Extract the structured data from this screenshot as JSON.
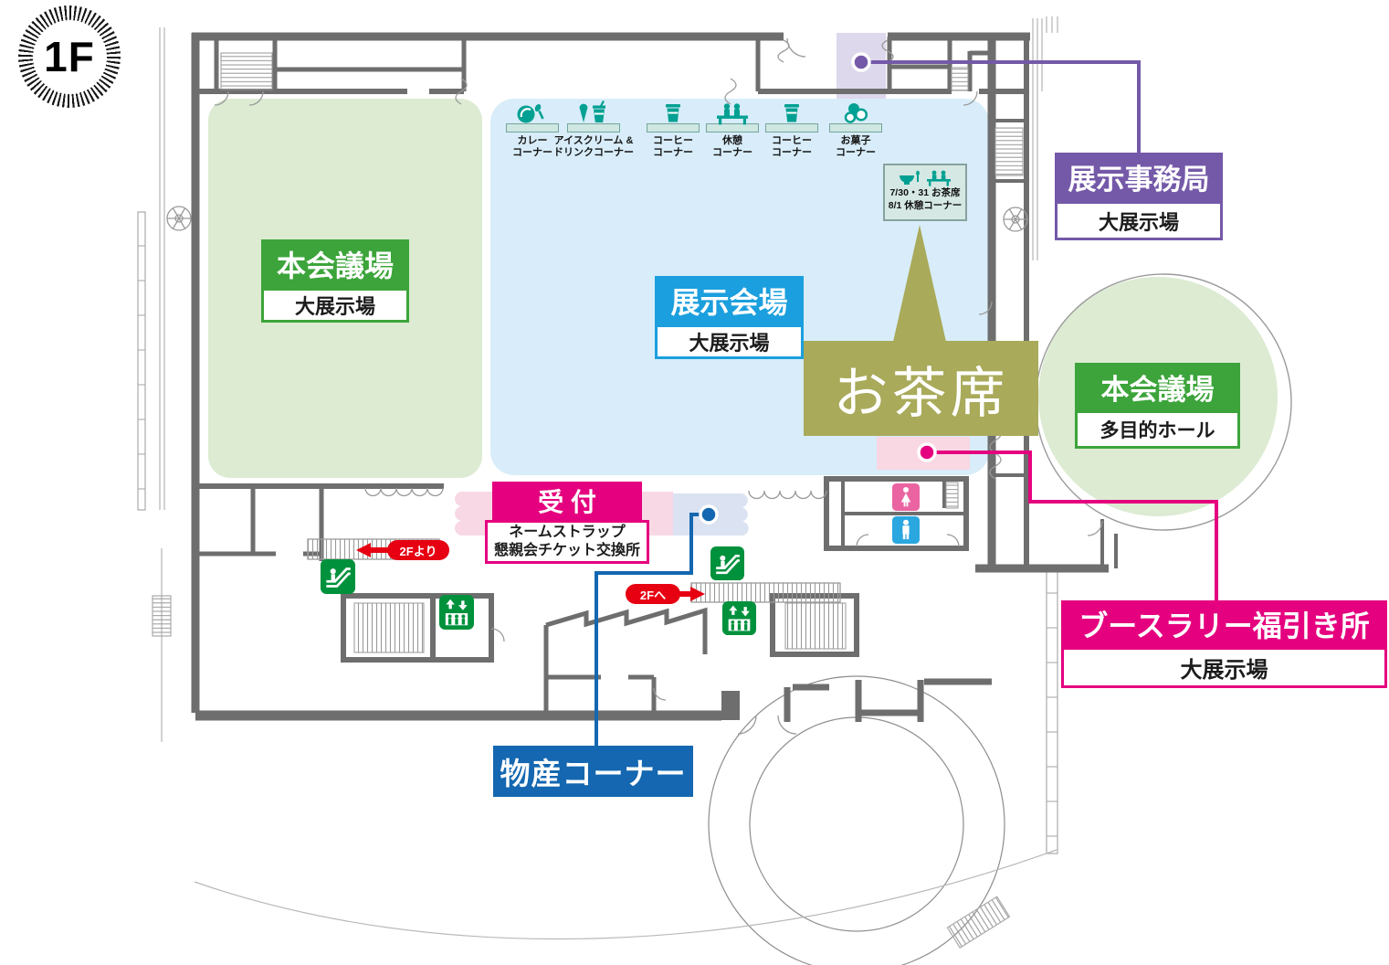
{
  "floor_badge": "1F",
  "labels": {
    "main_hall_west": {
      "title": "本会議場",
      "subtitle": "大展示場"
    },
    "exhibition_hall": {
      "title": "展示会場",
      "subtitle": "大展示場"
    },
    "exhibition_office": {
      "title": "展示事務局",
      "subtitle": "大展示場"
    },
    "main_hall_round": {
      "title": "本会議場",
      "subtitle": "多目的ホール"
    },
    "tea_seat": {
      "title": "お茶席"
    },
    "reception": {
      "title": "受 付",
      "line1": "ネームストラップ",
      "line2": "懇親会チケット交換所"
    },
    "booth_lottery": {
      "title": "ブースラリー福引き所",
      "subtitle": "大展示場"
    },
    "products_corner": {
      "title": "物産コーナー"
    }
  },
  "stalls": [
    {
      "icon": "curry-icon",
      "line1": "カレー",
      "line2": "コーナー"
    },
    {
      "icon": "icecream-drink-icon",
      "line1": "アイスクリーム &",
      "line2": "ドリンクコーナー"
    },
    {
      "icon": "coffee-icon",
      "line1": "コーヒー",
      "line2": "コーナー"
    },
    {
      "icon": "rest-icon",
      "line1": "休憩",
      "line2": "コーナー"
    },
    {
      "icon": "coffee-icon",
      "line1": "コーヒー",
      "line2": "コーナー"
    },
    {
      "icon": "sweets-icon",
      "line1": "お菓子",
      "line2": "コーナー"
    }
  ],
  "tea_info": {
    "line1": "7/30・31 お茶席",
    "line2": "8/1 休憩コーナー"
  },
  "nav": {
    "from_2f": "2Fより",
    "to_2f": "2Fへ"
  },
  "icons": {
    "escalator": "escalator-icon",
    "elevator": "elevator-icon",
    "womens_restroom": "womens-restroom-icon",
    "mens_restroom": "mens-restroom-icon"
  },
  "colors": {
    "green": "#3ca43a",
    "light_green": "#dcebd2",
    "blue": "#1b9fde",
    "light_blue": "#d8edf9",
    "teal": "#00a092",
    "olive": "#a9aa5a",
    "purple": "#7459a8",
    "light_purple": "#ddd8ec",
    "magenta": "#e5007f",
    "pink_band": "#f8d8e5",
    "products_blue": "#1467b0",
    "red": "#e60012",
    "transit_green": "#00913c",
    "restroom_pink": "#ea64a2",
    "restroom_blue": "#2ba7e0",
    "wall_gray": "#6e6e6e"
  }
}
